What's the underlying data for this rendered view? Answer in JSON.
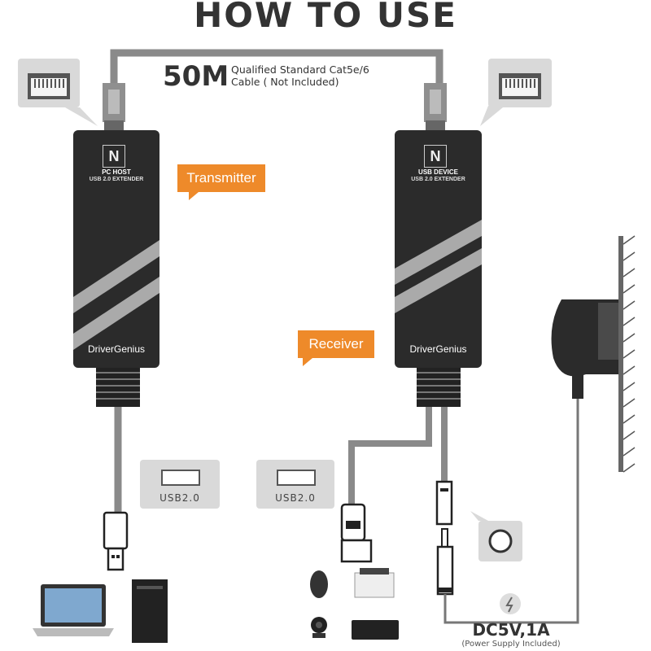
{
  "title": "HOW TO USE",
  "cable": {
    "length": "50M",
    "line1": "Qualified Standard Cat5e/6",
    "line2": "Cable ( Not Included)"
  },
  "transmitter": {
    "tag": "Transmitter",
    "logo": "N",
    "line1": "PC HOST",
    "line2": "USB 2.0 EXTENDER",
    "brand": "DriverGenius"
  },
  "receiver": {
    "tag": "Receiver",
    "logo": "N",
    "line1": "USB DEVICE",
    "line2": "USB 2.0 EXTENDER",
    "brand": "DriverGenius"
  },
  "usb_bubble_left": "USB2.0",
  "usb_bubble_right": "USB2.0",
  "power": {
    "spec": "DC5V,1A",
    "note": "(Power Supply Included)"
  },
  "colors": {
    "accent": "#ee8a2a",
    "device": "#2b2b2b",
    "cable": "#8a8a8a"
  }
}
